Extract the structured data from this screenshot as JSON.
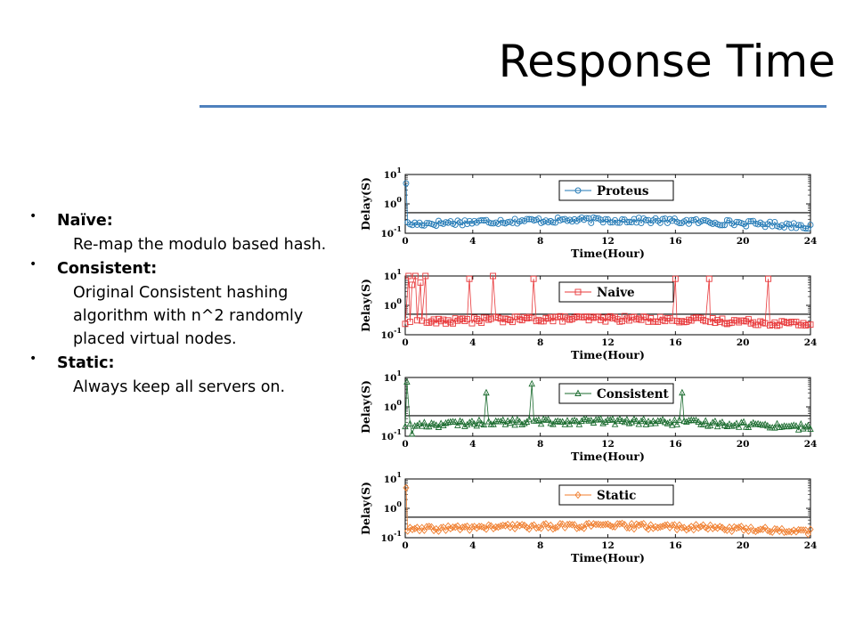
{
  "slide": {
    "title": "Response Time",
    "accent_color": "#4f81bd"
  },
  "bullets": [
    {
      "head": "Naïve:",
      "body": "Re-map the modulo based hash."
    },
    {
      "head": "Consistent:",
      "body": "Original Consistent hashing algorithm with n^2 randomly placed virtual nodes."
    },
    {
      "head": "Static:",
      "body": "Always keep all servers on."
    }
  ],
  "chart_data": [
    {
      "type": "line",
      "series": [
        {
          "name": "Proteus",
          "color": "#1f77b4",
          "marker": "circle",
          "baseline": 0.22,
          "spikes": [
            {
              "x": 0.05,
              "y": 5
            }
          ]
        }
      ],
      "xlabel": "Time(Hour)",
      "ylabel": "Delay(S)",
      "x_ticks": [
        "0",
        "4",
        "8",
        "12",
        "16",
        "20",
        "24"
      ],
      "y_ticks": [
        "10^-1",
        "10^0",
        "10^1"
      ],
      "xlim": [
        0,
        24
      ],
      "ylim": [
        0.1,
        10
      ],
      "yscale": "log",
      "reference_line": 0.5,
      "legend_position": "top-right"
    },
    {
      "type": "line",
      "series": [
        {
          "name": "Naive",
          "color": "#e8383a",
          "marker": "square",
          "baseline": 0.28,
          "spikes": [
            {
              "x": 0.2,
              "y": 10
            },
            {
              "x": 0.4,
              "y": 5
            },
            {
              "x": 0.6,
              "y": 10
            },
            {
              "x": 0.9,
              "y": 6
            },
            {
              "x": 1.2,
              "y": 10
            },
            {
              "x": 3.8,
              "y": 8
            },
            {
              "x": 5.2,
              "y": 10
            },
            {
              "x": 7.6,
              "y": 8
            },
            {
              "x": 16.0,
              "y": 8
            },
            {
              "x": 18.0,
              "y": 8
            },
            {
              "x": 21.5,
              "y": 8
            }
          ]
        }
      ],
      "xlabel": "Time(Hour)",
      "ylabel": "Delay(S)",
      "x_ticks": [
        "0",
        "4",
        "8",
        "12",
        "16",
        "20",
        "24"
      ],
      "y_ticks": [
        "10^-1",
        "10^0",
        "10^1"
      ],
      "xlim": [
        0,
        24
      ],
      "ylim": [
        0.1,
        10
      ],
      "yscale": "log",
      "reference_line": 0.5,
      "legend_position": "top-right"
    },
    {
      "type": "line",
      "series": [
        {
          "name": "Consistent",
          "color": "#1a6b2e",
          "marker": "triangle",
          "baseline": 0.25,
          "spikes": [
            {
              "x": 0.1,
              "y": 7
            },
            {
              "x": 0.4,
              "y": 0.12
            },
            {
              "x": 4.8,
              "y": 3
            },
            {
              "x": 7.5,
              "y": 6
            },
            {
              "x": 16.4,
              "y": 3
            }
          ]
        }
      ],
      "xlabel": "Time(Hour)",
      "ylabel": "Delay(S)",
      "x_ticks": [
        "0",
        "4",
        "8",
        "12",
        "16",
        "20",
        "24"
      ],
      "y_ticks": [
        "10^-1",
        "10^0",
        "10^1"
      ],
      "xlim": [
        0,
        24
      ],
      "ylim": [
        0.1,
        10
      ],
      "yscale": "log",
      "reference_line": 0.5,
      "legend_position": "top-right"
    },
    {
      "type": "line",
      "series": [
        {
          "name": "Static",
          "color": "#f07e2e",
          "marker": "diamond",
          "baseline": 0.2,
          "spikes": [
            {
              "x": 0.05,
              "y": 5
            }
          ]
        }
      ],
      "xlabel": "Time(Hour)",
      "ylabel": "Delay(S)",
      "x_ticks": [
        "0",
        "4",
        "8",
        "12",
        "16",
        "20",
        "24"
      ],
      "y_ticks": [
        "10^-1",
        "10^0",
        "10^1"
      ],
      "xlim": [
        0,
        24
      ],
      "ylim": [
        0.1,
        10
      ],
      "yscale": "log",
      "reference_line": 0.5,
      "legend_position": "top-right"
    }
  ]
}
